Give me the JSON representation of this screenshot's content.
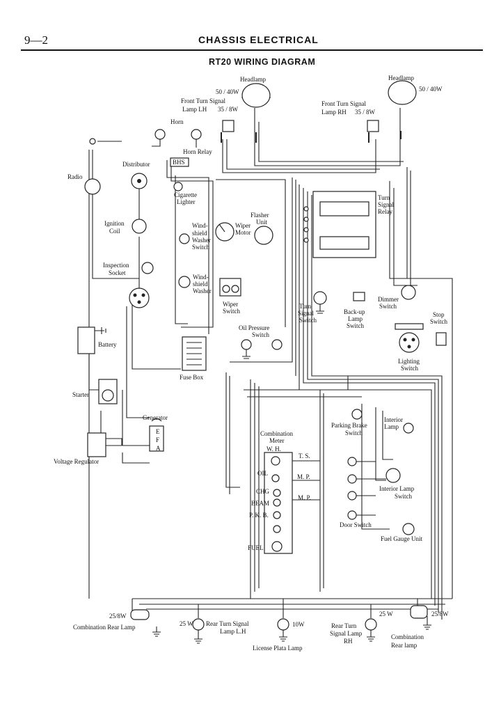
{
  "header": {
    "page_number": "9—2",
    "chapter": "CHASSIS ELECTRICAL"
  },
  "diagram_title": "RT20 WIRING DIAGRAM",
  "components": {
    "headlamp_lh": "Headlamp",
    "headlamp_lh_watt": "50 / 40W",
    "headlamp_rh": "Headlamp",
    "headlamp_rh_watt": "50 / 40W",
    "front_turn_lh_1": "Front Turn Signal",
    "front_turn_lh_2": "Lamp LH",
    "front_turn_lh_watt": "35 / 8W",
    "front_turn_rh_1": "Front Turn Signal",
    "front_turn_rh_2": "Lamp RH",
    "front_turn_rh_watt": "35 / 8W",
    "horn": "Horn",
    "horn_relay": "Horn Relay",
    "bhs": "BHS",
    "radio": "Radio",
    "distributor": "Distributor",
    "cigarette_1": "Cigarette",
    "cigarette_2": "Lighter",
    "ignition_1": "Ignition",
    "ignition_2": "Coil",
    "washer_switch_1": "Wind-",
    "washer_switch_2": "shield",
    "washer_switch_3": "Washer",
    "washer_switch_4": "Switch",
    "wiper_motor_1": "Wiper",
    "wiper_motor_2": "Motor",
    "flasher_1": "Flasher",
    "flasher_2": "Unit",
    "turn_relay_1": "Turn",
    "turn_relay_2": "Signal",
    "turn_relay_3": "Relay",
    "inspection_1": "Inspection",
    "inspection_2": "Socket",
    "washer_1": "Wind-",
    "washer_2": "shield",
    "washer_3": "Washer",
    "wiper_switch_1": "Wiper",
    "wiper_switch_2": "Switch",
    "turn_switch_1": "Turn",
    "turn_switch_2": "Signal",
    "turn_switch_3": "Switch",
    "backup_1": "Back-up",
    "backup_2": "Lamp",
    "backup_3": "Switch",
    "dimmer_1": "Dimmer",
    "dimmer_2": "Switch",
    "stop_1": "Stop",
    "stop_2": "Switch",
    "battery": "Battery",
    "oil_pressure_1": "Oil Pressure",
    "oil_pressure_2": "Switch",
    "lighting_1": "Lighting",
    "lighting_2": "Switch",
    "fuse_box": "Fuse Box",
    "starter": "Starter",
    "generator": "Generator",
    "gen_e": "E",
    "gen_f": "F",
    "gen_a": "A",
    "voltage_regulator": "Voltage Regulator",
    "combination_meter_1": "Combination",
    "combination_meter_2": "Meter",
    "wh": "W. H.",
    "ts": "T. S.",
    "oil": "OIL",
    "mp1": "M. P.",
    "chg": "CHG",
    "beam": "BEAM",
    "mp2": "M. P.",
    "pkb": "P. K. B.",
    "fuel": "FUEL",
    "parking_brake_1": "Parking  Brake",
    "parking_brake_2": "Switch",
    "interior_lamp_1": "Interior",
    "interior_lamp_2": "Lamp",
    "interior_switch_1": "Interior  Lamp",
    "interior_switch_2": "Switch",
    "door_switch": "Door Switch",
    "fuel_gauge": "Fuel Gauge Unit",
    "rear_lh_watt": "25/8W",
    "rear_lh": "Combination Rear Lamp",
    "rear_turn_lh_watt": "25 W",
    "rear_turn_lh_1": "Rear Turn  Signal",
    "rear_turn_lh_2": "Lamp L.H",
    "license_watt": "10W",
    "license": "License Plata Lamp",
    "rear_turn_rh_watt": "25 W",
    "rear_turn_rh_1": "Rear Turn",
    "rear_turn_rh_2": "Signal Lamp",
    "rear_turn_rh_3": "RH",
    "rear_rh_watt": "25/8W",
    "rear_rh_1": "Combination",
    "rear_rh_2": "Rear  lamp"
  }
}
